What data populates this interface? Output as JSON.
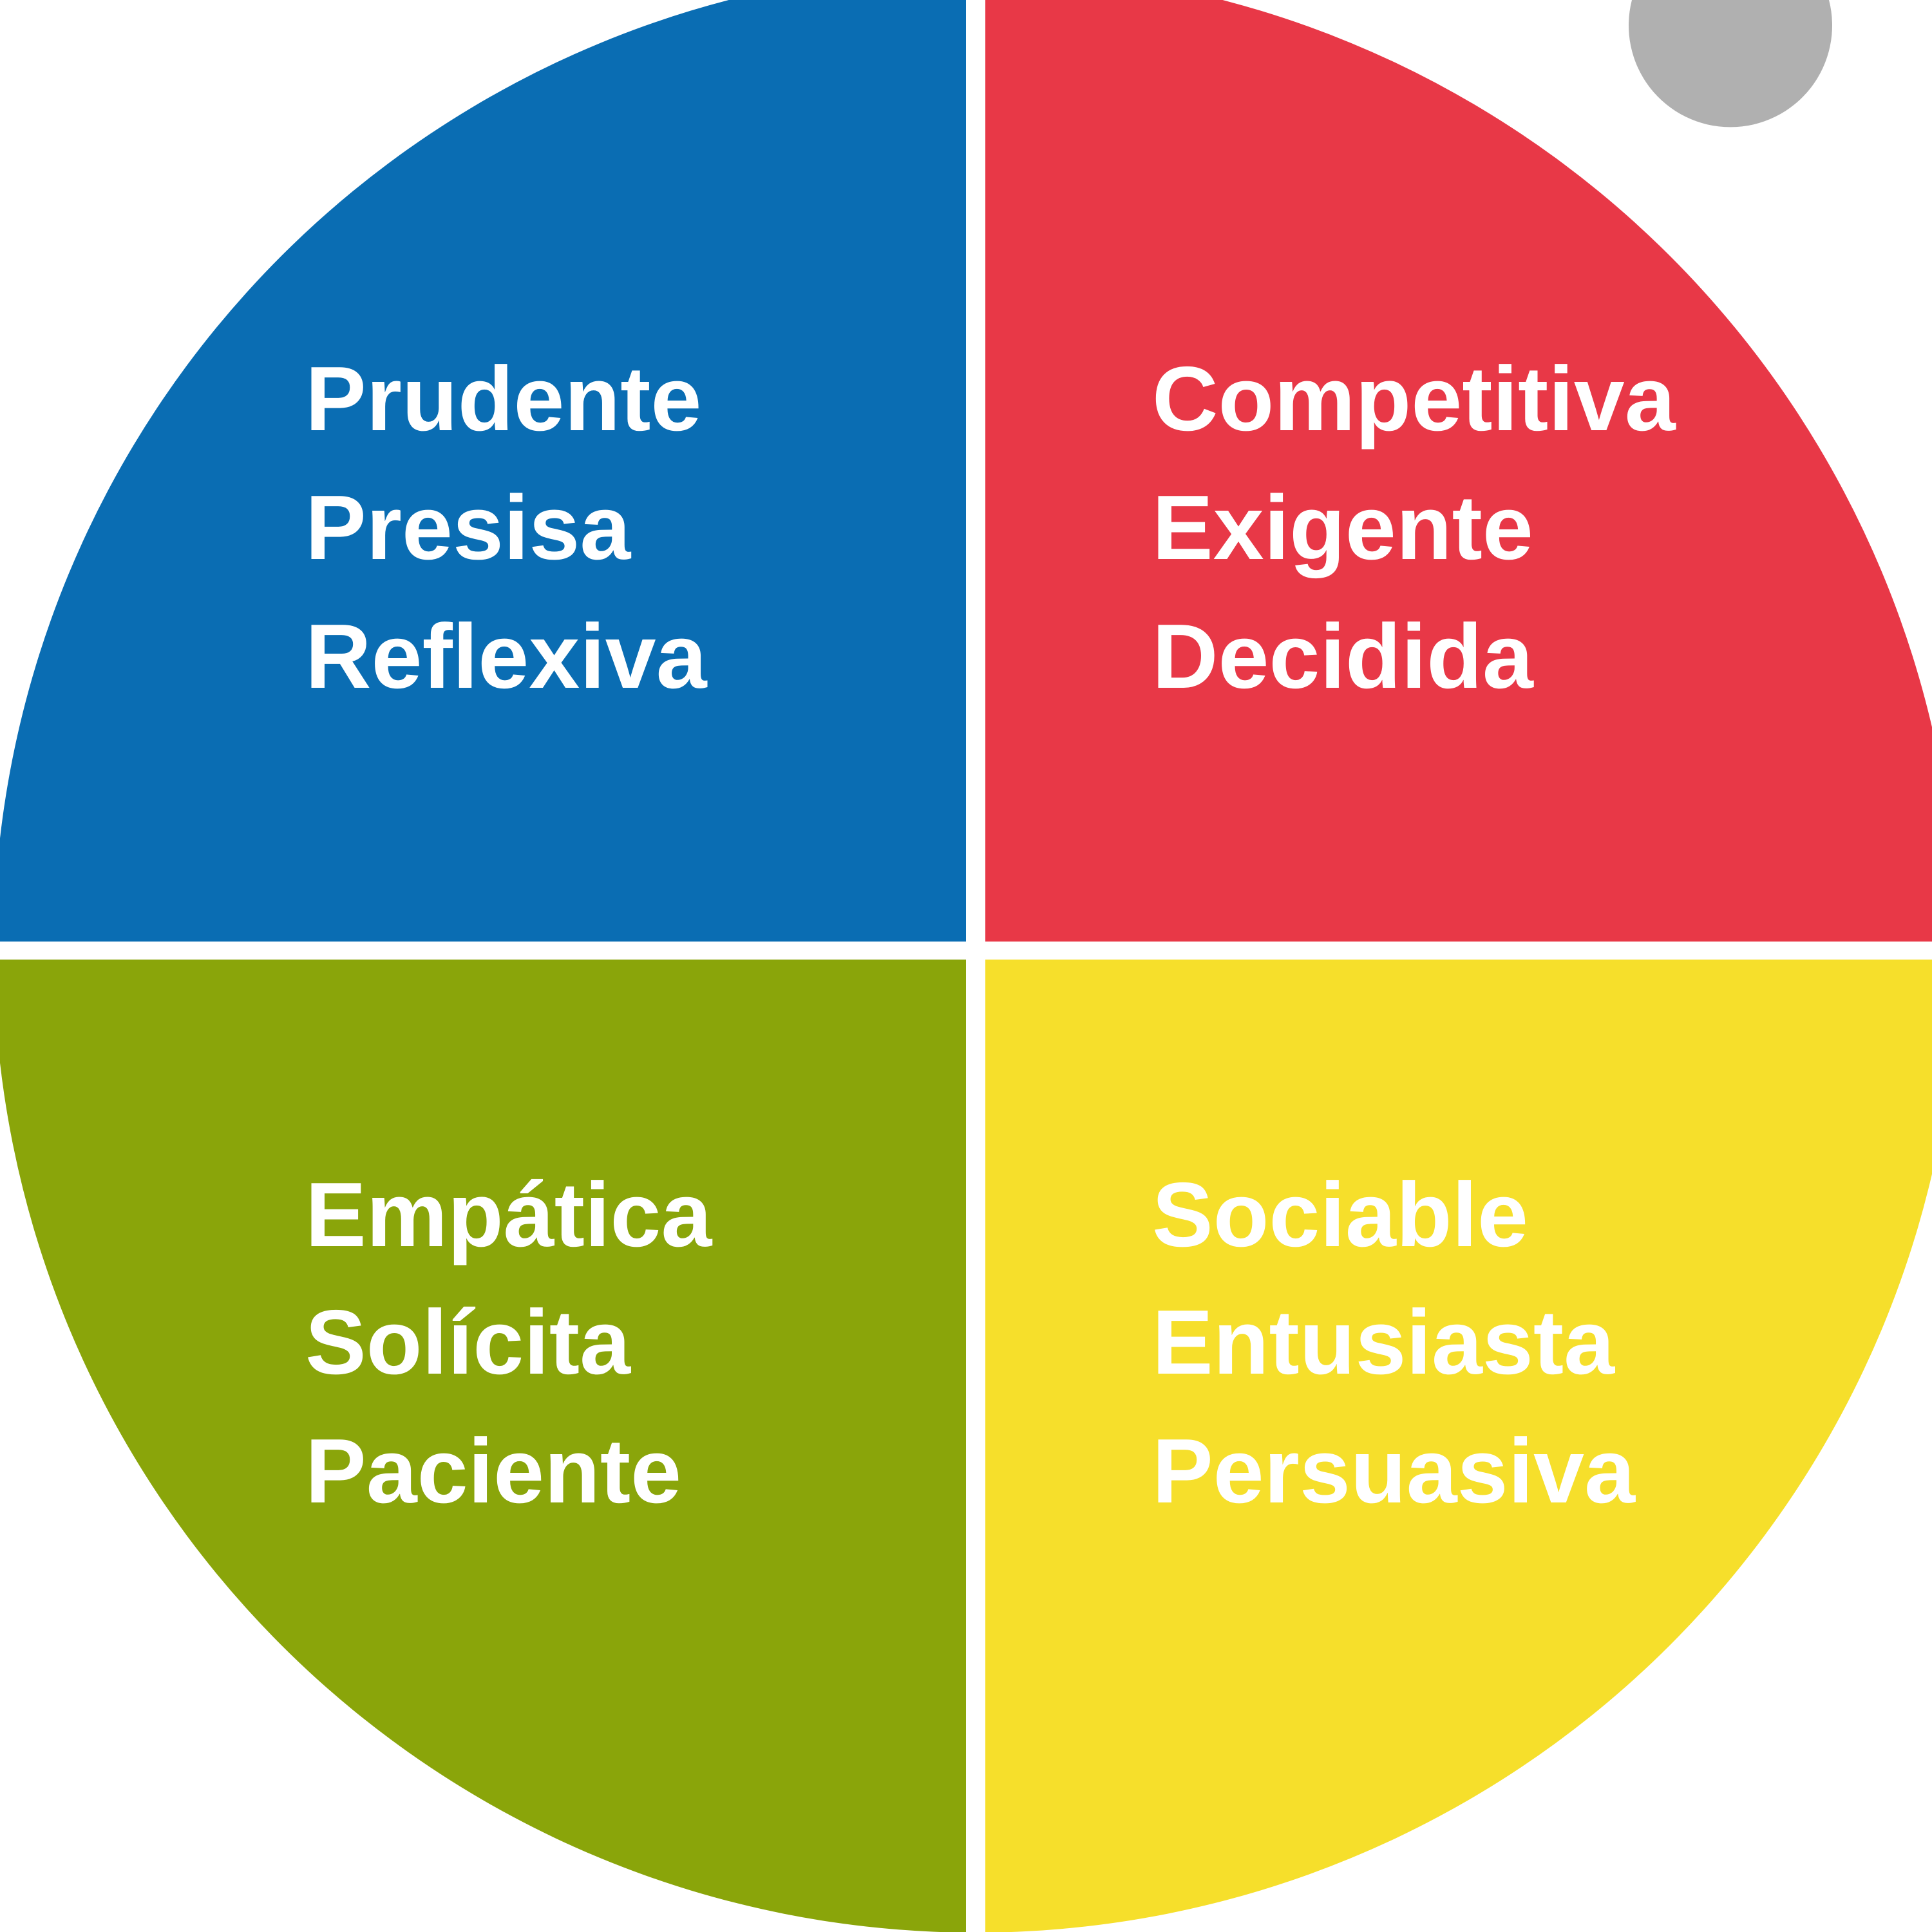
{
  "quadrants": {
    "blue": {
      "color": "#0a6db3",
      "words": [
        "Prudente",
        "Presisa",
        "Reflexiva"
      ]
    },
    "red": {
      "color": "#e83847",
      "words": [
        "Competitiva",
        "Exigente",
        "Decidida"
      ]
    },
    "green": {
      "color": "#8aa50a",
      "words": [
        "Empática",
        "Solícita",
        "Paciente"
      ]
    },
    "yellow": {
      "color": "#f6df2b",
      "words": [
        "Sociable",
        "Entusiasta",
        "Persuasiva"
      ]
    }
  },
  "corner_badge": {
    "color": "#b0b0b0"
  }
}
